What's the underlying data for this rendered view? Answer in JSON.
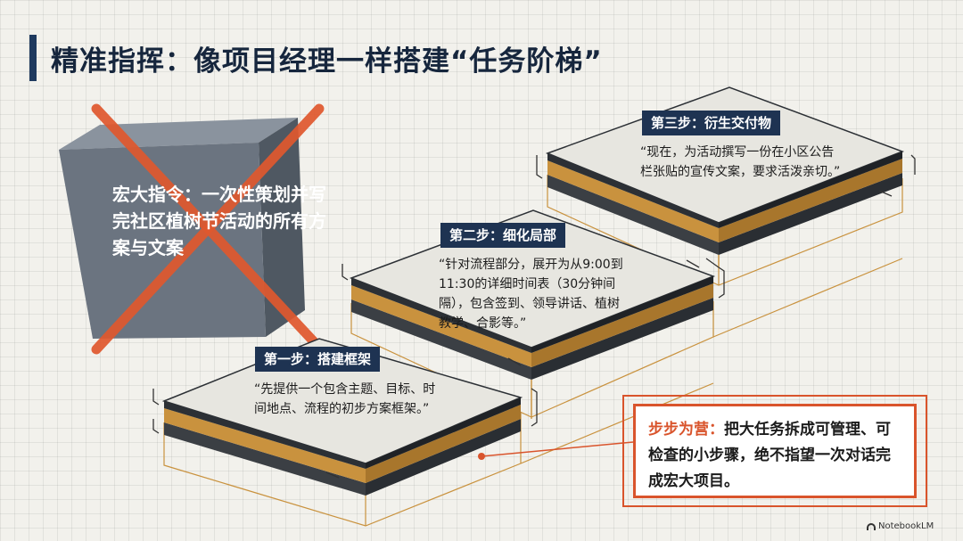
{
  "title": "精准指挥：像项目经理一样搭建“任务阶梯”",
  "block": {
    "text": "宏大指令：一次性策划并写完社区植树节活动的所有方案与文案"
  },
  "steps": [
    {
      "label": "第一步：搭建框架",
      "quote": "“先提供一个包含主题、目标、时间地点、流程的初步方案框架。”"
    },
    {
      "label": "第二步：细化局部",
      "quote": "“针对流程部分，展开为从9:00到11:30的详细时间表（30分钟间隔），包含签到、领导讲话、植树教学、合影等。”"
    },
    {
      "label": "第三步：衍生交付物",
      "quote": "“现在，为活动撰写一份在小区公告栏张贴的宣传文案，要求活泼亲切。”"
    }
  ],
  "summary": {
    "highlight": "步步为营：",
    "text": "把大任务拆成可管理、可检查的小步骤，绝不指望一次对话完成宏大项目。"
  },
  "logo": {
    "text": "NotebookLM"
  },
  "colors": {
    "navy": "#1e3352",
    "accent": "#d9542c",
    "gold": "#c9923e",
    "block_gray": "#6b7480"
  }
}
